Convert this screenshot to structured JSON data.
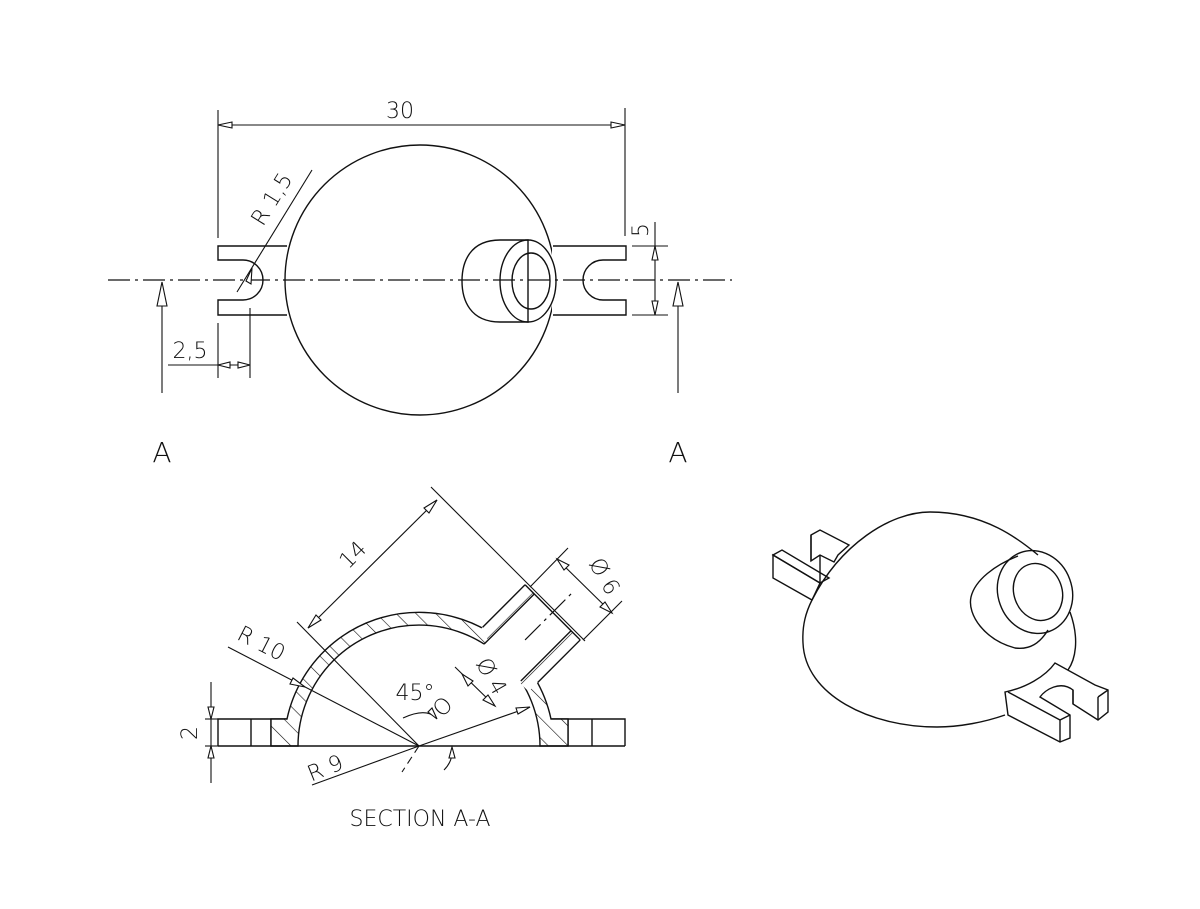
{
  "top_view": {
    "overall_width": "30",
    "slot_width": "5",
    "slot_radius": "R 1,5",
    "slot_depth": "2,5",
    "section_label_left": "A",
    "section_label_right": "A"
  },
  "section_view": {
    "boss_length": "14",
    "boss_outer_diameter": "Ø 6",
    "boss_inner_diameter": "Ø 4",
    "outer_radius": "R 10",
    "inner_radius": "R 9",
    "angle": "45°",
    "origin_mark": "O",
    "flange_thickness": "2",
    "title": "SECTION A-A"
  },
  "colors": {
    "line": "#111111",
    "background": "#ffffff"
  }
}
